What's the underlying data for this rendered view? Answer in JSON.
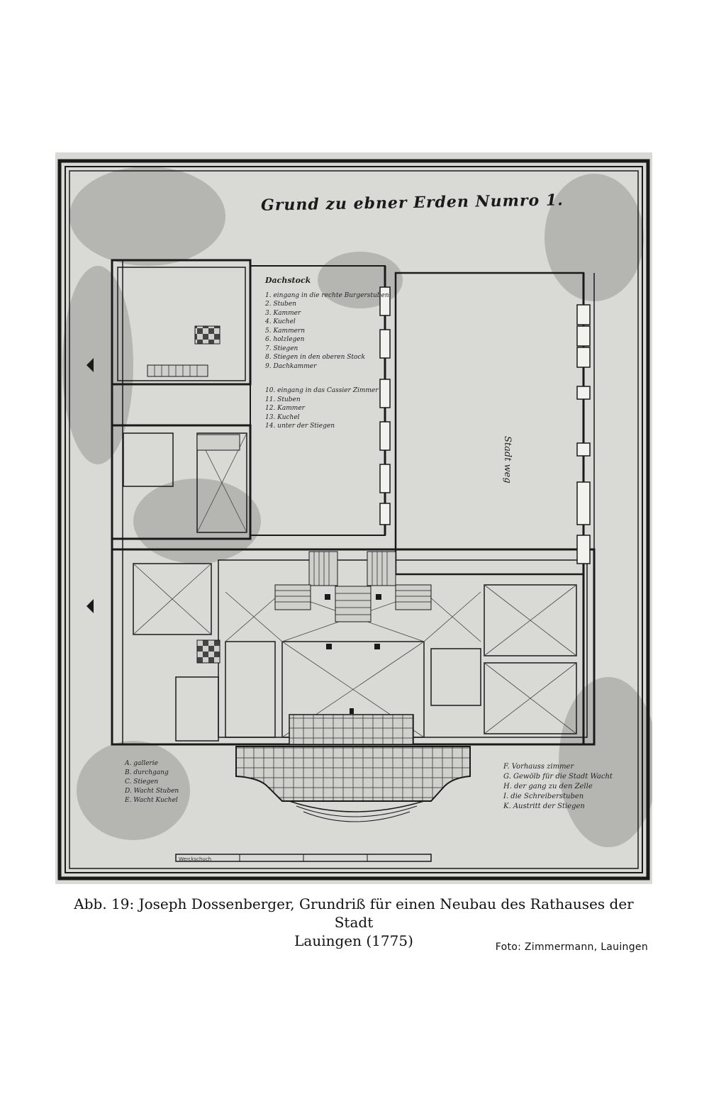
{
  "plan": {
    "title": "Grund zu ebner Erden Numro 1.",
    "legend_upper": {
      "heading": "Dachstock",
      "items": [
        "1. eingang in die rechte Burgerstuben",
        "2. Stuben",
        "3. Kammer",
        "4. Kuchel",
        "5. Kammern",
        "6. holzlegen",
        "7. Stiegen",
        "8. Stiegen in den oberen Stock",
        "9. Dachkammer",
        "10. eingang in das Cassier Zimmer",
        "11. Stuben",
        "12. Kammer",
        "13. Kuchel",
        "14. unter der Stiegen"
      ]
    },
    "legend_left": [
      "A. gallerie",
      "B. durchgang",
      "C. Stiegen",
      "D. Wacht Stuben",
      "E. Wacht Kuchel"
    ],
    "legend_right": [
      "F. Vorhauss zimmer",
      "G. Gewölb für die Stadt Wacht",
      "H. der gang zu den Zelle",
      "I. die Schreiberstuben",
      "K. Austritt der Stiegen"
    ],
    "street_label": "Stadt weg",
    "scale_label": "Werckschuch"
  },
  "caption": {
    "line1": "Abb. 19: Joseph Dossenberger, Grundriß für einen Neubau des Rathauses der Stadt",
    "line2": "Lauingen (1775)"
  },
  "credit": "Foto: Zimmermann, Lauingen",
  "colors": {
    "paper": "#d9d9d5",
    "ink": "#1a1a1a",
    "stain": "#8a8a86"
  }
}
